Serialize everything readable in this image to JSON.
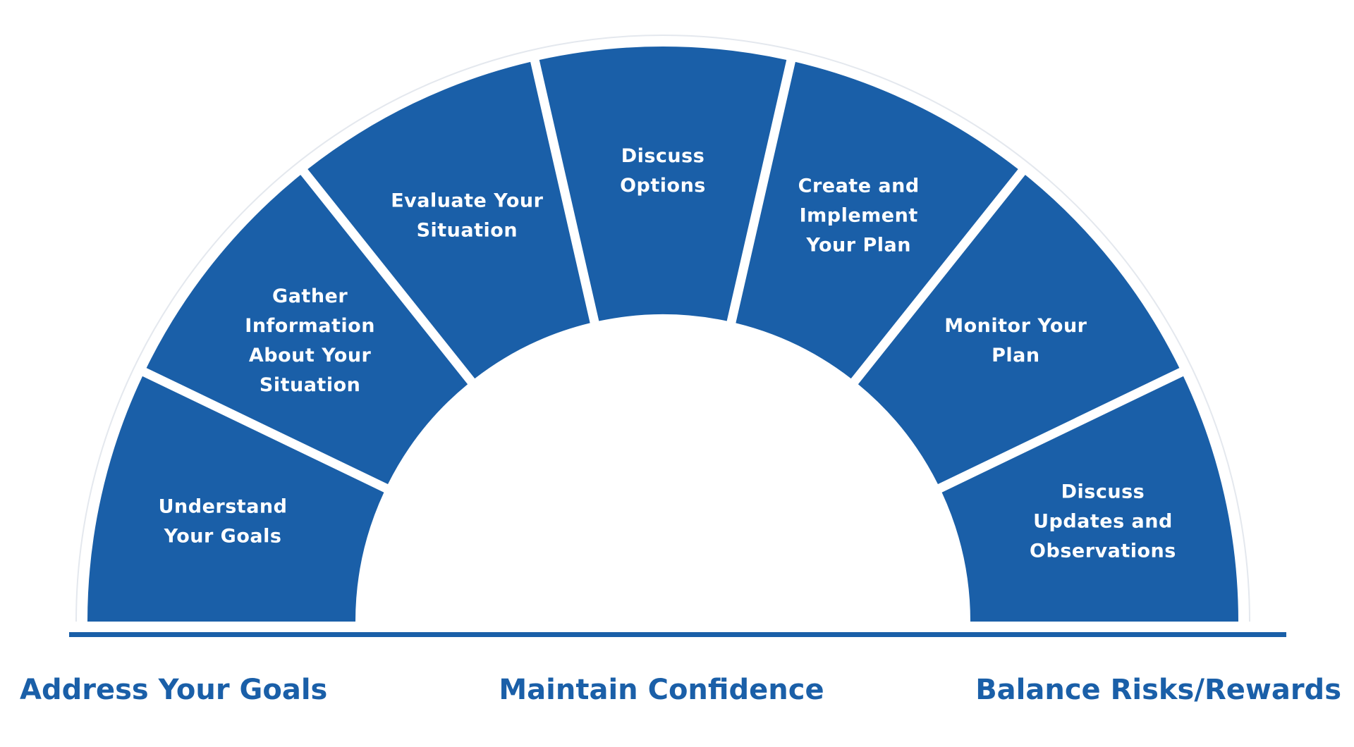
{
  "colors": {
    "segment": "#1a5fa8",
    "baseline": "#1a5fa8",
    "outer_ring": "#e4e8ee",
    "segment_text": "#ffffff",
    "footer_text": "#1a5fa8"
  },
  "segments": [
    {
      "name": "understand-your-goals",
      "lines": [
        "Understand",
        "Your Goals"
      ]
    },
    {
      "name": "gather-information",
      "lines": [
        "Gather",
        "Information",
        "About Your",
        "Situation"
      ]
    },
    {
      "name": "evaluate-your-situation",
      "lines": [
        "Evaluate Your",
        "Situation"
      ]
    },
    {
      "name": "discuss-options",
      "lines": [
        "Discuss",
        "Options"
      ]
    },
    {
      "name": "create-and-implement",
      "lines": [
        "Create and",
        "Implement",
        "Your Plan"
      ]
    },
    {
      "name": "monitor-your-plan",
      "lines": [
        "Monitor Your",
        "Plan"
      ]
    },
    {
      "name": "discuss-updates",
      "lines": [
        "Discuss",
        "Updates and",
        "Observations"
      ]
    }
  ],
  "footer": {
    "left": "Address Your Goals",
    "center": "Maintain Confidence",
    "right": "Balance Risks/Rewards"
  }
}
